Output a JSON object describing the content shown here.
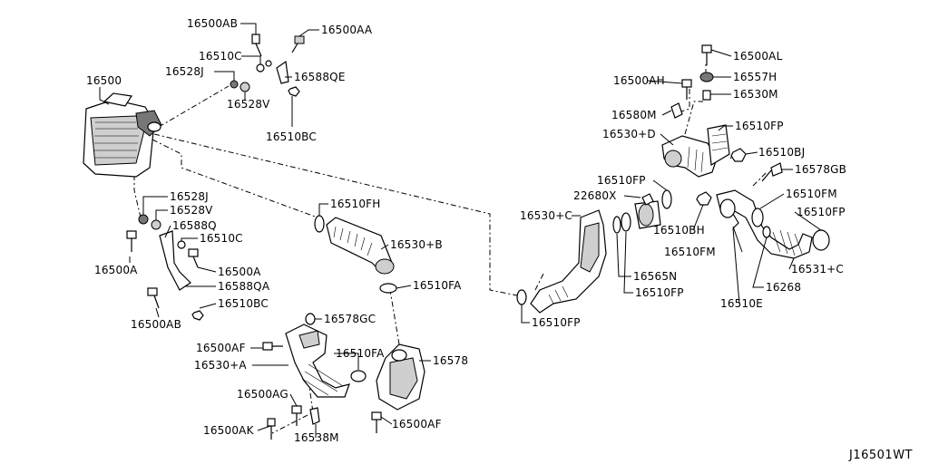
{
  "labels": {
    "l16500AB_top": "16500AB",
    "l16500AA": "16500AA",
    "l16510C_top": "16510C",
    "l16528J_top": "16528J",
    "l16588QE": "16588QE",
    "l16528V_top": "16528V",
    "l16510BC_top": "16510BC",
    "l16500": "16500",
    "l16528J_mid": "16528J",
    "l16528V_mid": "16528V",
    "l16588Q": "16588Q",
    "l16510C_mid": "16510C",
    "l16500A_left": "16500A",
    "l16500A_right": "16500A",
    "l16588QA": "16588QA",
    "l16510BC_bot": "16510BC",
    "l16500AB_bot": "16500AB",
    "l16510FH": "16510FH",
    "l16530B": "16530+B",
    "l16510FA_mid": "16510FA",
    "l16578GC": "16578GC",
    "l16500AF_left": "16500AF",
    "l16530A": "16530+A",
    "l16510FA_low": "16510FA",
    "l16578": "16578",
    "l16500AG": "16500AG",
    "l16500AK": "16500AK",
    "l16538M": "16538M",
    "l16500AF_right": "16500AF",
    "l16500AL": "16500AL",
    "l16557H": "16557H",
    "l16500AH": "16500AH",
    "l16530M": "16530M",
    "l16580M": "16580M",
    "l16510FP_top": "16510FP",
    "l16530D": "16530+D",
    "l16510BJ": "16510BJ",
    "l16578GB": "16578GB",
    "l16510FP_mid": "16510FP",
    "l22680X": "22680X",
    "l16510FM_right": "16510FM",
    "l16530C": "16530+C",
    "l16510FP_right": "16510FP",
    "l16510BH": "16510BH",
    "l16510FM_mid": "16510FM",
    "l16531C": "16531+C",
    "l16565N": "16565N",
    "l16268": "16268",
    "l16510FP_low": "16510FP",
    "l16510E": "16510E",
    "l16510FP_bottom": "16510FP"
  },
  "diagram_ref": "J16501WT"
}
